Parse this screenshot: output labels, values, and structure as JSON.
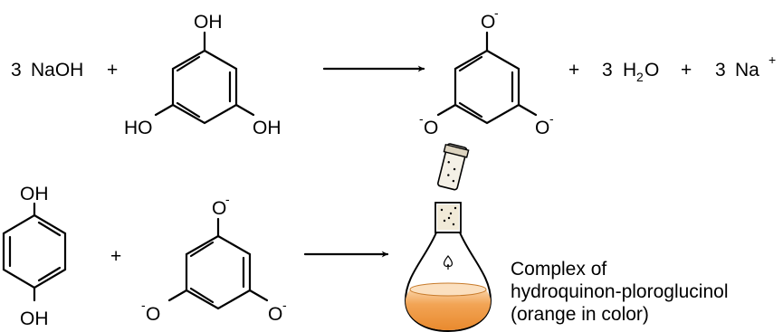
{
  "reaction_1": {
    "reactant_base_coef": "3",
    "reactant_base": "NaOH",
    "plus_1": "+",
    "phloroglucinol": {
      "top": "OH",
      "left": "HO",
      "right": "OH"
    },
    "trianion": {
      "top": "O",
      "left": "O",
      "right": "O",
      "charge": "-"
    },
    "plus_2": "+",
    "water_coef": "3",
    "water_h": "H",
    "water_sub": "2",
    "water_o": "O",
    "plus_3": "+",
    "sodium_coef": "3",
    "sodium": "Na",
    "sodium_charge": "+"
  },
  "reaction_2": {
    "hydroquinone": {
      "top": "OH",
      "bottom": "OH"
    },
    "plus": "+",
    "trianion": {
      "top": "O",
      "left": "O",
      "right": "O",
      "charge": "-"
    },
    "product_caption": [
      "Complex of",
      "hydroquinon-ploroglucinol",
      "(orange in color)"
    ]
  },
  "colors": {
    "ink": "#000000",
    "orange": "#f0a050",
    "orange_light": "#fbe0c0"
  }
}
